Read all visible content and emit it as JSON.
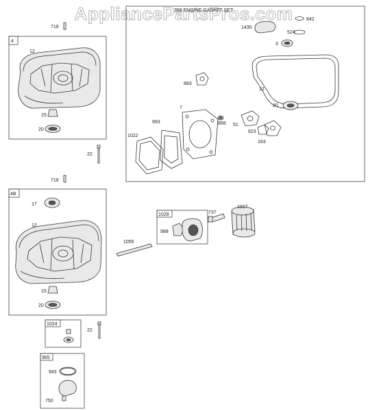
{
  "watermark": "AppliancePartsPros.com",
  "kit_box": {
    "title": "358 ENGINE GASKET SET"
  },
  "boxes": {
    "sump_a": "4",
    "sump_b": "4B",
    "filter_adapter": "1028",
    "seal_kit": "1024",
    "cover_kit": "965"
  },
  "labels": {
    "p718_top": "718",
    "p12_a": "12",
    "p15_a": "15",
    "p20_a": "20",
    "p22_top": "22",
    "p718_mid": "718",
    "p17": "17",
    "p12_b": "12",
    "p15_b": "15",
    "p20_b": "20",
    "p22_bottom": "22",
    "p943": "943",
    "p750": "750",
    "p1430": "1430",
    "p842": "842",
    "p524": "524",
    "p3": "3",
    "p883": "883",
    "p12_kit": "12",
    "p7": "7",
    "p993": "993",
    "p868": "868",
    "p51": "51",
    "p823": "823",
    "p20_kit": "20",
    "p1022": "1022",
    "p163": "163",
    "p988": "988",
    "p737": "737",
    "p1027": "1027",
    "p1055": "1055"
  }
}
